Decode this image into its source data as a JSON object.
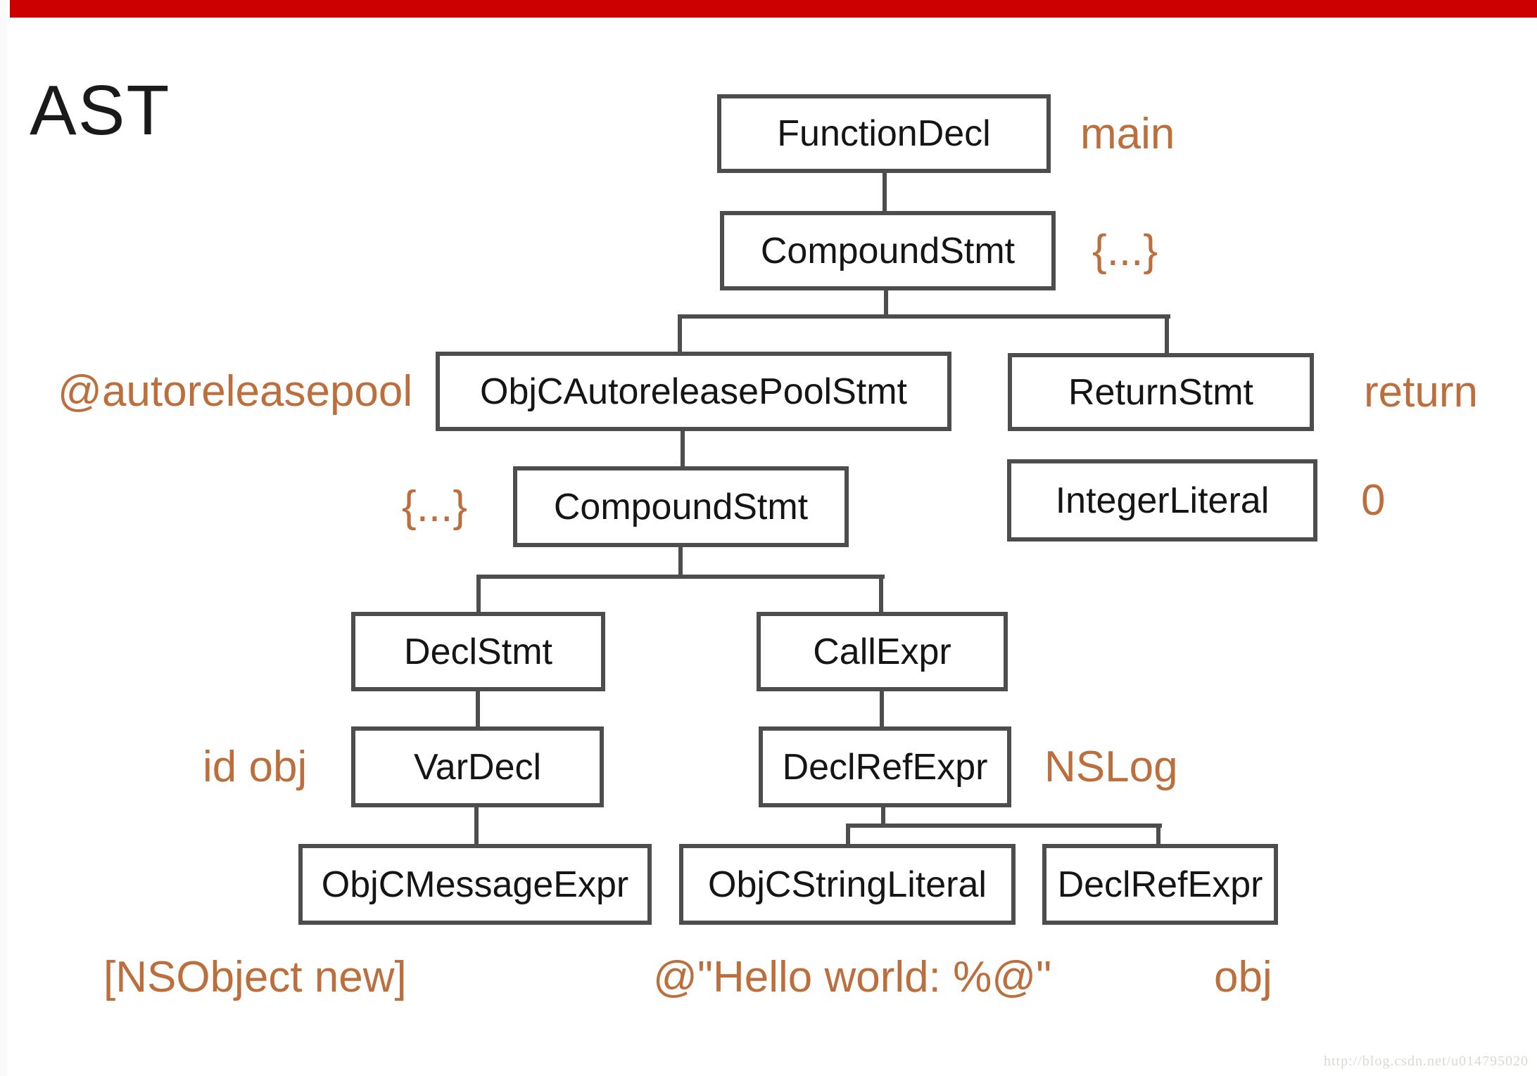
{
  "page": {
    "title": "AST",
    "watermark": "http://blog.csdn.net/u014795020"
  },
  "colors": {
    "top_bar": "#cc0000",
    "box_border": "#4d4d4d",
    "connector": "#4d4d4d",
    "node_text": "#151515",
    "annotation": "#bc6e3c",
    "watermark": "#d9d9d3"
  },
  "nodes": {
    "functiondecl": "FunctionDecl",
    "compoundstmt1": "CompoundStmt",
    "objcautoreleasepoolstmt": "ObjCAutoreleasePoolStmt",
    "returnstmt": "ReturnStmt",
    "compoundstmt2": "CompoundStmt",
    "integerliteral": "IntegerLiteral",
    "declstmt": "DeclStmt",
    "callexpr": "CallExpr",
    "vardecl": "VarDecl",
    "declrefexpr1": "DeclRefExpr",
    "objcmessageexpr": "ObjCMessageExpr",
    "objcstringliteral": "ObjCStringLiteral",
    "declrefexpr2": "DeclRefExpr"
  },
  "annotations": {
    "main": "main",
    "braces1": "{...}",
    "autoreleasepool": "@autoreleasepool",
    "return_kw": "return",
    "braces2": "{...}",
    "zero": "0",
    "id_obj": "id obj",
    "nslog": "NSLog",
    "nsobject_new": "[NSObject new]",
    "hello_world": "@\"Hello world: %@\"",
    "obj": "obj"
  },
  "tree": {
    "root": "FunctionDecl (main)",
    "edges": [
      [
        "FunctionDecl",
        "CompoundStmt"
      ],
      [
        "CompoundStmt",
        "ObjCAutoreleasePoolStmt"
      ],
      [
        "CompoundStmt",
        "ReturnStmt"
      ],
      [
        "ReturnStmt",
        "IntegerLiteral"
      ],
      [
        "ObjCAutoreleasePoolStmt",
        "CompoundStmt#2"
      ],
      [
        "CompoundStmt#2",
        "DeclStmt"
      ],
      [
        "CompoundStmt#2",
        "CallExpr"
      ],
      [
        "DeclStmt",
        "VarDecl"
      ],
      [
        "VarDecl",
        "ObjCMessageExpr"
      ],
      [
        "CallExpr",
        "DeclRefExpr"
      ],
      [
        "DeclRefExpr",
        "ObjCStringLiteral"
      ],
      [
        "DeclRefExpr",
        "DeclRefExpr#2"
      ]
    ]
  }
}
